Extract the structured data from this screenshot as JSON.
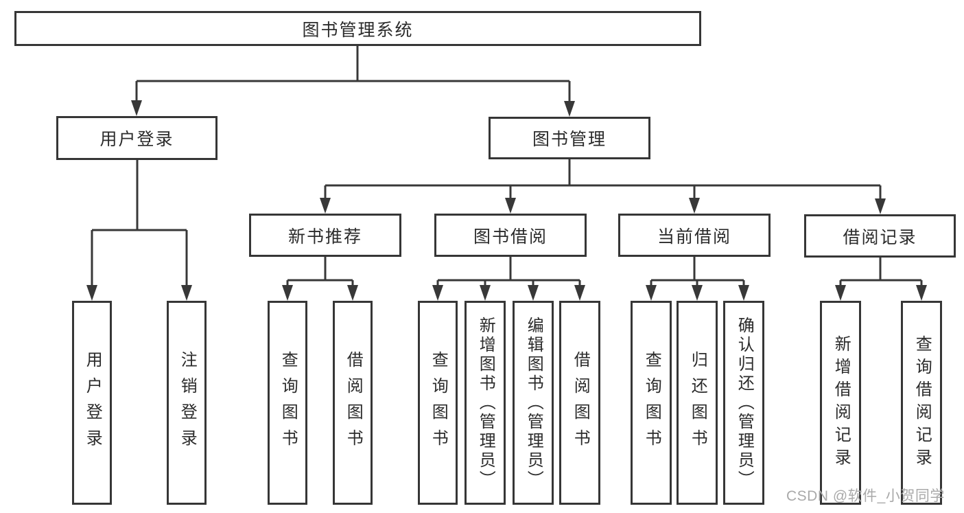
{
  "tree": {
    "root": "图书管理系统",
    "children": [
      {
        "label": "用户登录",
        "children": [
          "用户登录",
          "注销登录"
        ]
      },
      {
        "label": "图书管理",
        "children": [
          {
            "label": "新书推荐",
            "children": [
              "查询图书",
              "借阅图书"
            ]
          },
          {
            "label": "图书借阅",
            "children": [
              "查询图书",
              "新增图书（管理员）",
              "编辑图书（管理员）",
              "借阅图书"
            ]
          },
          {
            "label": "当前借阅",
            "children": [
              "查询图书",
              "归还图书",
              "确认归还（管理员）"
            ]
          },
          {
            "label": "借阅记录",
            "children": [
              "新增借阅记录",
              "查询借阅记录"
            ]
          }
        ]
      }
    ]
  },
  "watermark": {
    "text": "CSDN @软件_小贺同学"
  },
  "colors": {
    "line": "#383838",
    "box_border": "#363636",
    "text": "#2b2b2b",
    "background": "#ffffff",
    "watermark": "#a9a9a9"
  }
}
